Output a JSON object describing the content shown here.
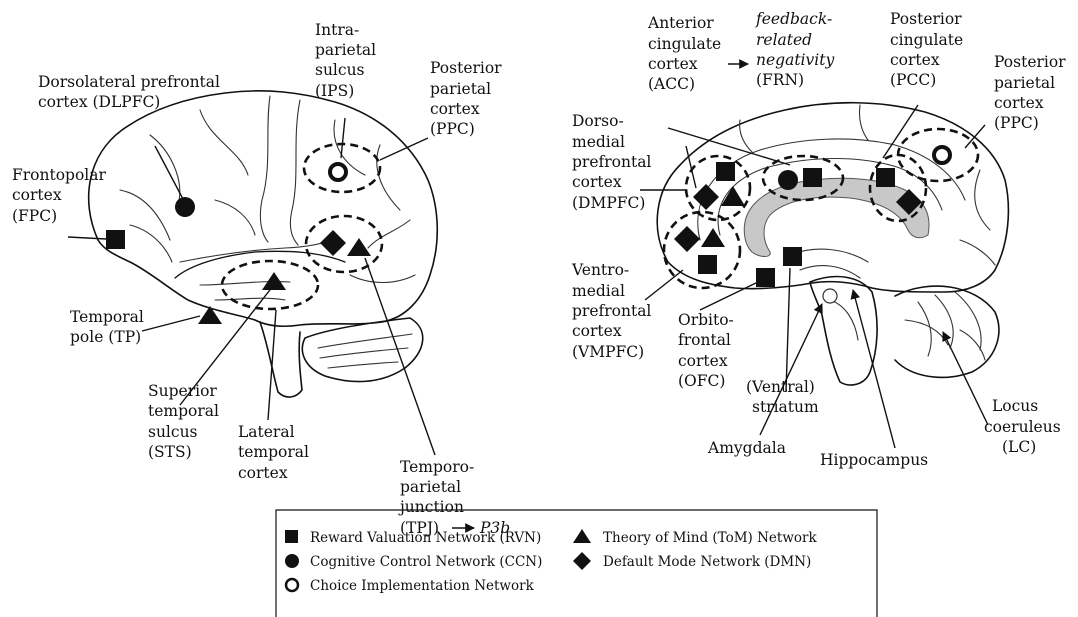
{
  "lateral_labels": {
    "dlpfc": [
      "Dorsolateral prefrontal",
      "cortex (DLPFC)"
    ],
    "ips": [
      "Intra-",
      "parietal",
      "sulcus",
      "(IPS)"
    ],
    "ppc": [
      "Posterior",
      "parietal",
      "cortex",
      "(PPC)"
    ],
    "fpc": [
      "Frontopolar",
      "cortex",
      "(FPC)"
    ],
    "tp": [
      "Temporal",
      "pole (TP)"
    ],
    "sts": [
      "Superior",
      "temporal",
      "sulcus",
      "(STS)"
    ],
    "ltc": [
      "Lateral",
      "temporal",
      "cortex"
    ],
    "tpj": [
      "Temporo-",
      "parietal",
      "junction"
    ],
    "tpj_abbr": "(TPJ)",
    "tpj_erp": "P3b"
  },
  "medial_labels": {
    "acc": [
      "Anterior",
      "cingulate",
      "cortex",
      "(ACC)"
    ],
    "frn": [
      "feedback-",
      "related",
      "negativity"
    ],
    "frn_abbr": "(FRN)",
    "pcc": [
      "Posterior",
      "cingulate",
      "cortex",
      "(PCC)"
    ],
    "ppc": [
      "Posterior",
      "parietal",
      "cortex",
      "(PPC)"
    ],
    "dmpfc": [
      "Dorso-",
      "medial",
      "prefrontal",
      "cortex",
      "(DMPFC)"
    ],
    "vmpfc": [
      "Ventro-",
      "medial",
      "prefrontal",
      "cortex",
      "(VMPFC)"
    ],
    "ofc": [
      "Orbito-",
      "frontal",
      "cortex",
      "(OFC)"
    ],
    "striatum": [
      "(Ventral)",
      "striatum"
    ],
    "amygdala": "Amygdala",
    "hippocampus": "Hippocampus",
    "lc": [
      "Locus",
      "coeruleus",
      "(LC)"
    ]
  },
  "legend": {
    "items": [
      {
        "marker": "square",
        "label": "Reward Valuation Network (RVN)"
      },
      {
        "marker": "circle",
        "label": "Cognitive Control Network (CCN)"
      },
      {
        "marker": "open-circle",
        "label": "Choice Implementation Network"
      },
      {
        "marker": "triangle",
        "label": "Theory of Mind (ToM) Network"
      },
      {
        "marker": "diamond",
        "label": "Default Mode Network (DMN)"
      }
    ]
  },
  "colors": {
    "ink": "#111111",
    "striatum_fill": "#c8c8c8"
  }
}
